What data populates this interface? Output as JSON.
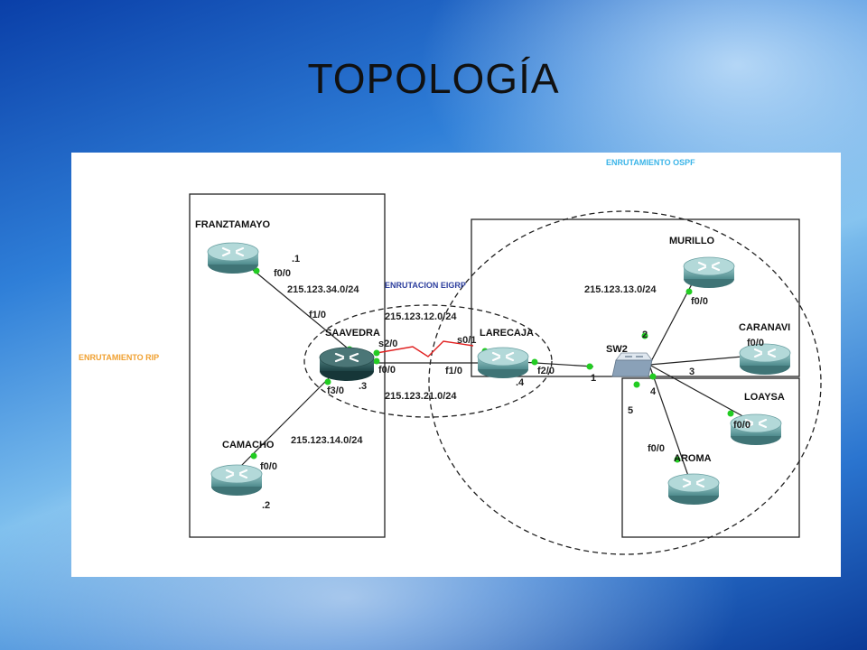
{
  "title": "TOPOLOGÍA",
  "zones": {
    "rip": "ENRUTAMIENTO RIP",
    "eigrp": "ENRUTACION EIGRP",
    "ospf": "ENRUTAMIENTO OSPF"
  },
  "devices": {
    "franztamayo": "FRANZTAMAYO",
    "saavedra": "SAAVEDRA",
    "camacho": "CAMACHO",
    "larecaja": "LARECAJA",
    "sw2": "SW2",
    "murillo": "MURILLO",
    "caranavi": "CARANAVI",
    "loaysa": "LOAYSA",
    "aroma": "AROMA"
  },
  "networks": {
    "n34": "215.123.34.0/24",
    "n12": "215.123.12.0/24",
    "n21": "215.123.21.0/24",
    "n14": "215.123.14.0/24",
    "n13": "215.123.13.0/24"
  },
  "labels": {
    "franz_host": ".1",
    "franz_if": "f0/0",
    "saav_f10": "f1/0",
    "saav_s20": "s2/0",
    "saav_f00": "f0/0",
    "saav_f30": "f3/0",
    "saav_host": ".3",
    "cam_if": "f0/0",
    "cam_host": ".2",
    "lar_s01": "s0/1",
    "lar_f10": "f1/0",
    "lar_f20": "f2/0",
    "lar_host": ".4",
    "sw_p1": "1",
    "sw_p2": "2",
    "sw_p3": "3",
    "sw_p4": "4",
    "sw_p5": "5",
    "mur_if": "f0/0",
    "car_if": "f0/0",
    "loa_if": "f0/0",
    "aro_if": "f0/0"
  },
  "colors": {
    "router": "#5f9ea0",
    "router_dark": "#2b5a5c",
    "link_up": "#22cc22",
    "serial": "#e02020"
  }
}
